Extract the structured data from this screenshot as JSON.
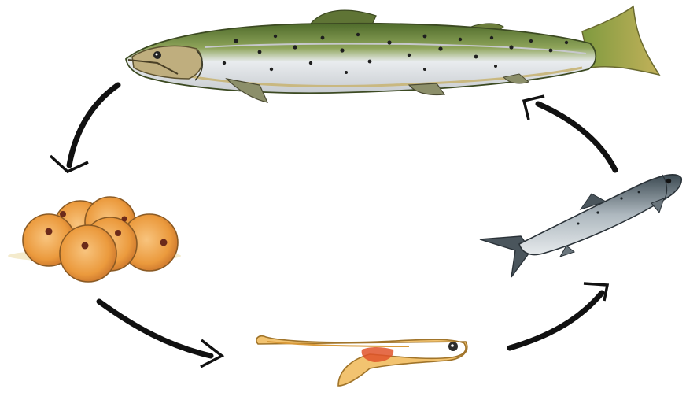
{
  "diagram": {
    "type": "life-cycle",
    "stages": [
      {
        "id": "adult-fish",
        "icon": "adult-salmon-icon"
      },
      {
        "id": "eggs",
        "icon": "eggs-icon"
      },
      {
        "id": "alevin",
        "icon": "alevin-icon"
      },
      {
        "id": "young-fish",
        "icon": "young-salmon-icon"
      }
    ],
    "arrows": [
      {
        "from": "adult-fish",
        "to": "eggs"
      },
      {
        "from": "eggs",
        "to": "alevin"
      },
      {
        "from": "alevin",
        "to": "young-fish"
      },
      {
        "from": "young-fish",
        "to": "adult-fish"
      }
    ],
    "colors": {
      "arrow": "#111111",
      "adult_back": "#5f7d3a",
      "adult_belly": "#eeeeee",
      "egg": "#f0a040",
      "alevin": "#f2c370",
      "young_back": "#3f4b52"
    }
  }
}
